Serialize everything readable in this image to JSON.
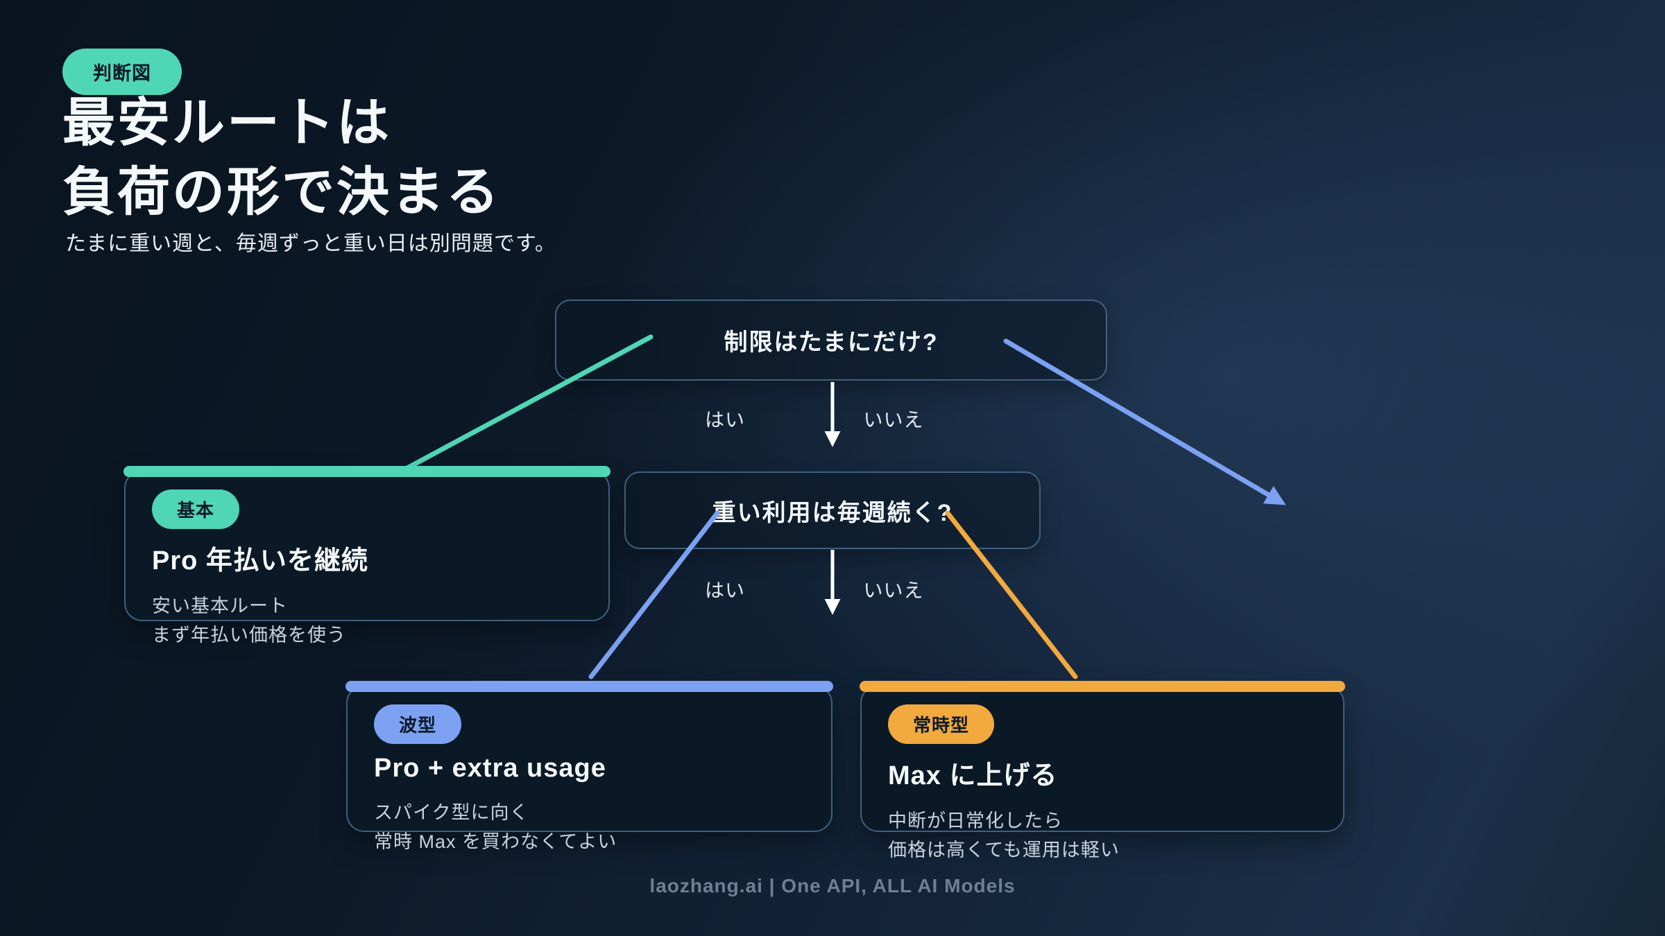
{
  "page": {
    "tag": "判断図",
    "title_line1": "最安ルートは",
    "title_line2": "負荷の形で決まる",
    "subtitle": "たまに重い週と、毎週ずっと重い日は別問題です。",
    "footer": "laozhang.ai | One API, ALL AI Models"
  },
  "colors": {
    "teal": "#4fd6b5",
    "blue": "#7da1f2",
    "orange": "#f2a93e",
    "card_background": "#0b1927",
    "node_border": "#41617f",
    "page_background": "#0c1826"
  },
  "diagram": {
    "nodes": [
      {
        "id": "q1",
        "question": "制限はたまにだけ?"
      },
      {
        "id": "q2",
        "question": "重い利用は毎週続く?"
      }
    ],
    "edge_labels": {
      "q1_yes": "はい",
      "q1_no": "いいえ",
      "q2_yes": "はい",
      "q2_no": "いいえ"
    },
    "cards": [
      {
        "id": "basic",
        "accent": "teal",
        "badge": "基本",
        "title": "Pro 年払いを継続",
        "line1": "安い基本ルート",
        "line2": "まず年払い価格を使う"
      },
      {
        "id": "wave",
        "accent": "blue",
        "badge": "波型",
        "title": "Pro + extra usage",
        "line1": "スパイク型に向く",
        "line2": "常時 Max を買わなくてよい"
      },
      {
        "id": "always",
        "accent": "orange",
        "badge": "常時型",
        "title": "Max に上げる",
        "line1": "中断が日常化したら",
        "line2": "価格は高くても運用は軽い"
      }
    ]
  }
}
